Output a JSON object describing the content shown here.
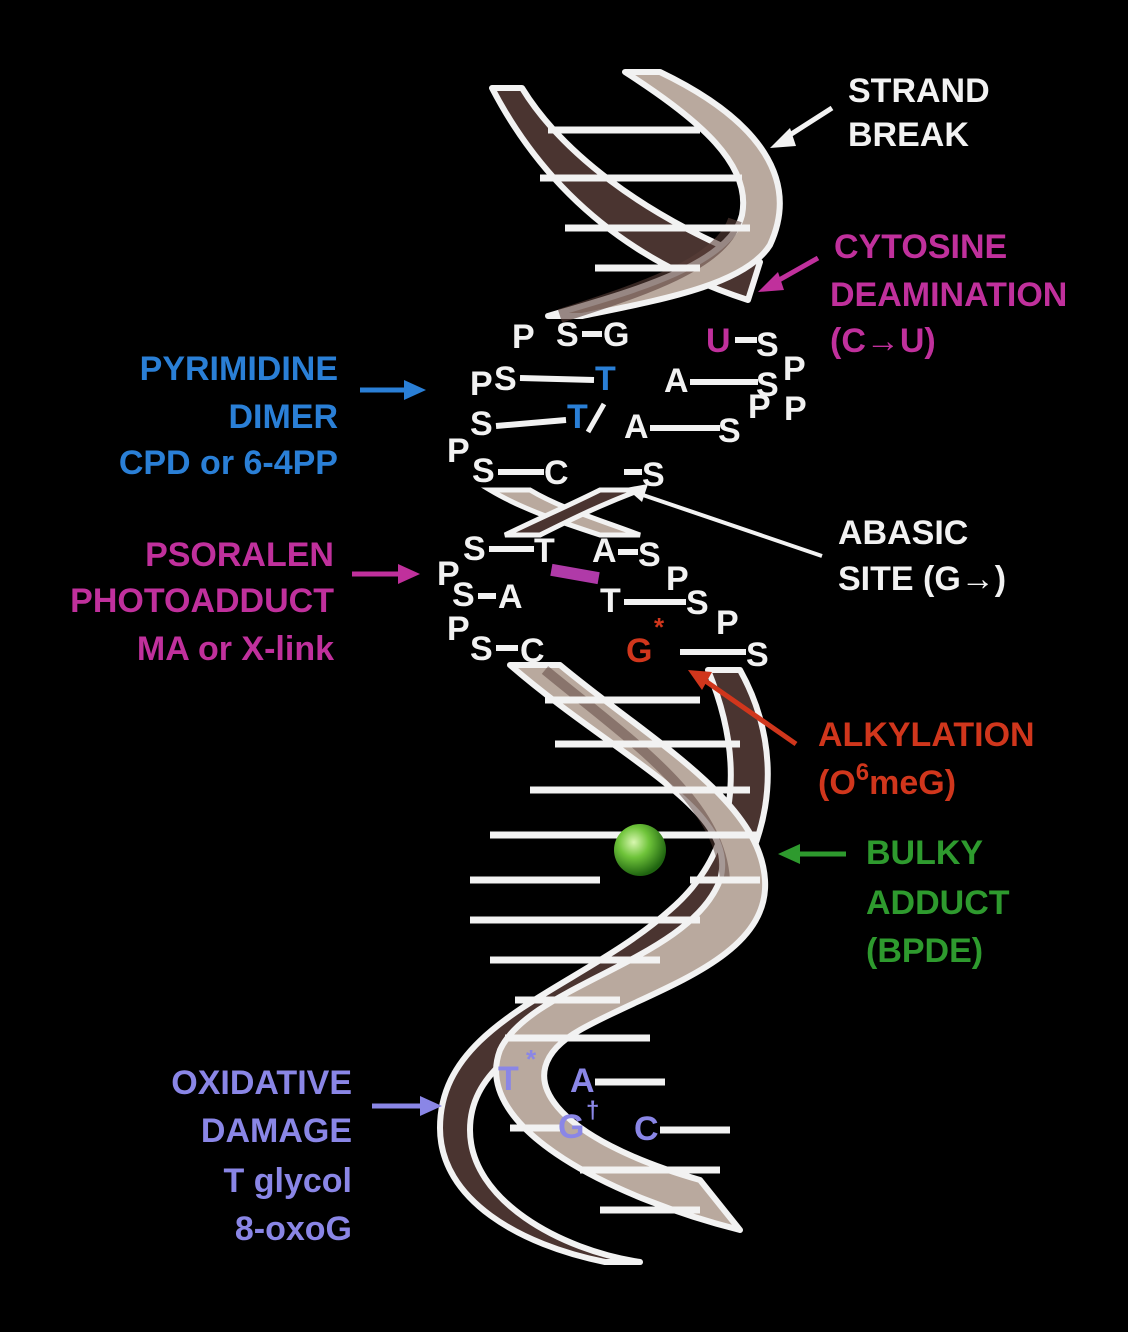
{
  "colors": {
    "background": "#000000",
    "outline": "#f2f2f2",
    "ribbon": "#b9a99e",
    "ribbon_dark": "#4a3430",
    "white_label": "#f2f2f2",
    "magenta": "#c0309c",
    "blue": "#2a7fd6",
    "red": "#d0361c",
    "green": "#2e9a2e",
    "lavender": "#8a86e6",
    "adduct_ball": "#6fc43a"
  },
  "labels": {
    "strand_break": [
      "STRAND",
      "BREAK"
    ],
    "cytosine_deamination": [
      "CYTOSINE",
      "DEAMINATION",
      "(C→U)"
    ],
    "pyrimidine_dimer": [
      "PYRIMIDINE",
      "DIMER",
      "CPD or 6-4PP"
    ],
    "abasic_site": [
      "ABASIC",
      "SITE (G→)"
    ],
    "psoralen": [
      "PSORALEN",
      "PHOTOADDUCT",
      "MA or X-link"
    ],
    "alkylation": [
      "ALKYLATION",
      "(O",
      "6",
      "meG)"
    ],
    "bulky_adduct": [
      "BULKY",
      "ADDUCT",
      "(BPDE)"
    ],
    "oxidative": [
      "OXIDATIVE",
      "DAMAGE",
      "T glycol",
      "8-oxoG"
    ]
  },
  "bases": {
    "s": "S",
    "p": "P",
    "g": "G",
    "u": "U",
    "t": "T",
    "a": "A",
    "c": "C",
    "star": "*",
    "dagger": "†"
  }
}
